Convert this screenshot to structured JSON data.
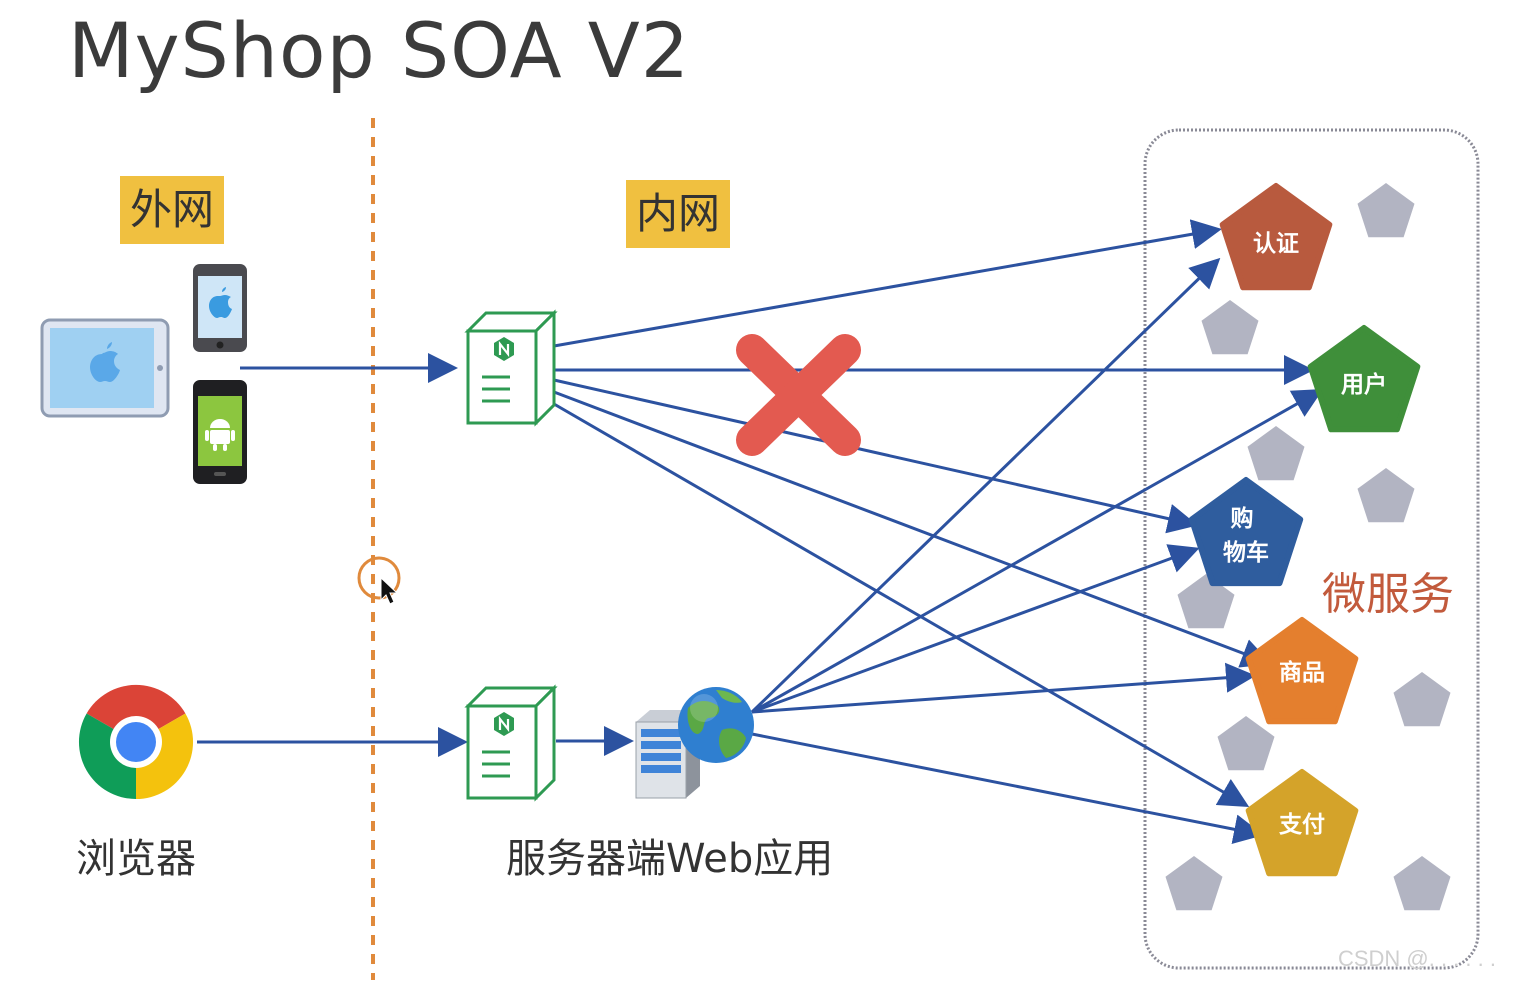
{
  "title": "MyShop SOA V2",
  "zones": {
    "external": "外网",
    "internal": "内网"
  },
  "clients": {
    "browser_label": "浏览器",
    "icons": [
      "tablet-icon",
      "iphone-icon",
      "android-phone-icon",
      "chrome-icon"
    ]
  },
  "web_app_label": "服务器端Web应用",
  "microservice_group_label": "微服务",
  "services": [
    {
      "id": "auth",
      "label": "认证",
      "color": "#b85a3e"
    },
    {
      "id": "user",
      "label": "用户",
      "color": "#3f8f3a"
    },
    {
      "id": "cart",
      "label": "购物车",
      "color": "#2f5d9e"
    },
    {
      "id": "product",
      "label": "商品",
      "color": "#e47f2e"
    },
    {
      "id": "payment",
      "label": "支付",
      "color": "#d4a32a"
    }
  ],
  "blocked_marker": "red-x-icon",
  "watermark": "CSDN @. . . . . ."
}
